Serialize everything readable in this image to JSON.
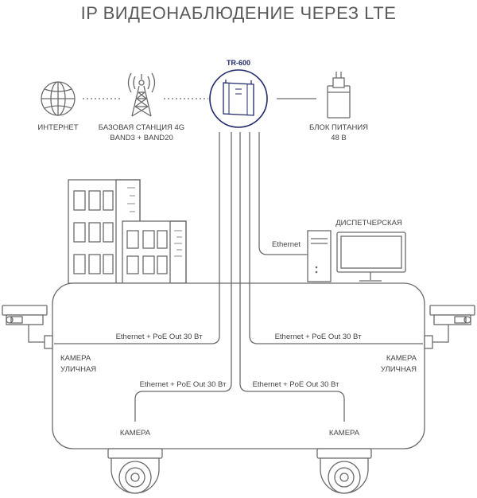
{
  "title": "IP ВИДЕОНАБЛЮДЕНИЕ ЧЕРЕЗ LTE",
  "device": "TR-600",
  "internet": "ИНТЕРНЕТ",
  "base_station": {
    "line1": "БАЗОВАЯ СТАНЦИЯ 4G",
    "line2": "BAND3 + BAND20"
  },
  "power_supply": {
    "line1": "БЛОК ПИТАНИЯ",
    "line2": "48 В"
  },
  "dispatch": "ДИСПЕТЧЕРСКАЯ",
  "ethernet": "Ethernet",
  "poe_labels": {
    "left_upper": "Ethernet + PoE Out 30 Вт",
    "right_upper": "Ethernet + PoE Out 30 Вт",
    "left_lower": "Ethernet + PoE Out 30 Вт",
    "right_lower": "Ethernet + PoE Out 30 Вт"
  },
  "cameras": {
    "left_street": {
      "line1": "КАМЕРА",
      "line2": "УЛИЧНАЯ"
    },
    "right_street": {
      "line1": "КАМЕРА",
      "line2": "УЛИЧНАЯ"
    },
    "left_dome": "КАМЕРА",
    "right_dome": "КАМЕРА"
  }
}
